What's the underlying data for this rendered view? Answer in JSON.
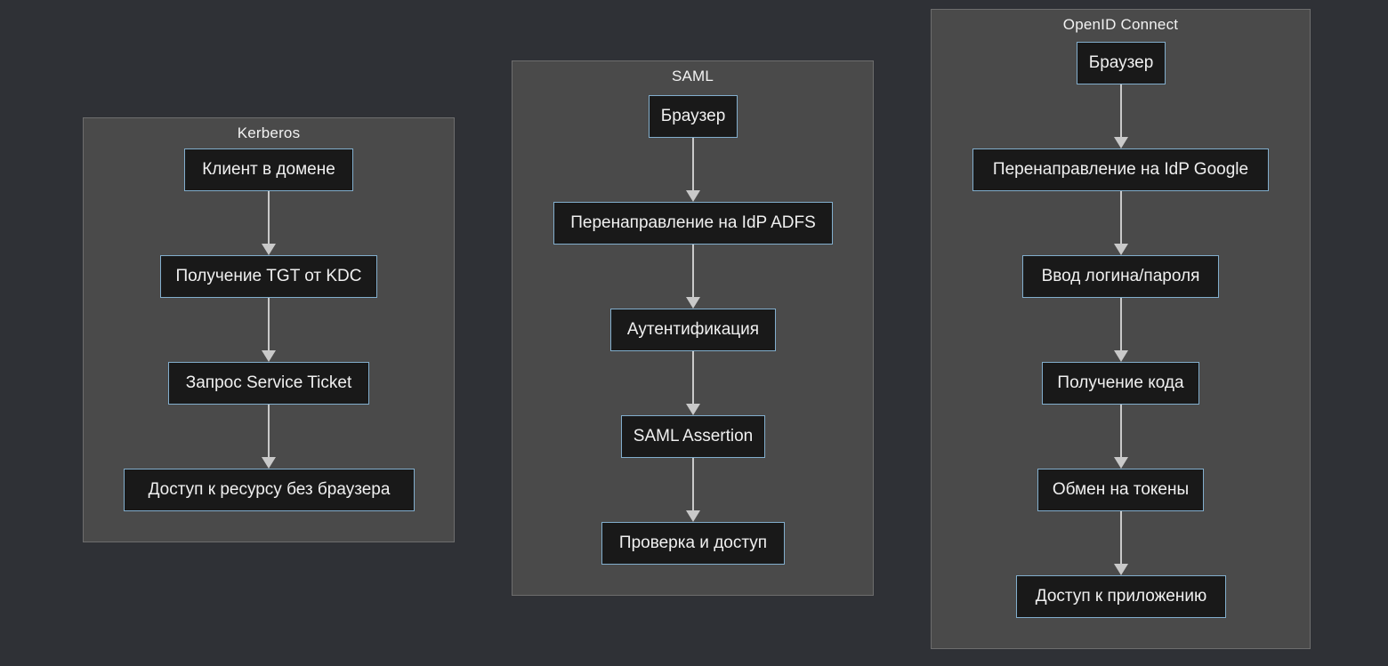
{
  "diagram": {
    "title_visible": false,
    "colors": {
      "page_background": "#2f3136",
      "panel_fill": "#4a4a4a",
      "panel_border": "#6d6d6d",
      "node_fill": "#191919",
      "node_border": "#82aecd",
      "node_text": "#f0f0f0",
      "arrow": "#c9c9c9",
      "panel_title_text": "#f2f2f2"
    },
    "groups": [
      {
        "id": "kerberos",
        "title": "Kerberos",
        "nodes": [
          {
            "id": "k1",
            "label": "Клиент в домене"
          },
          {
            "id": "k2",
            "label": "Получение TGT от KDC"
          },
          {
            "id": "k3",
            "label": "Запрос Service Ticket"
          },
          {
            "id": "k4",
            "label": "Доступ к ресурсу без браузера"
          }
        ],
        "edges": [
          {
            "from": "k1",
            "to": "k2"
          },
          {
            "from": "k2",
            "to": "k3"
          },
          {
            "from": "k3",
            "to": "k4"
          }
        ]
      },
      {
        "id": "saml",
        "title": "SAML",
        "nodes": [
          {
            "id": "s1",
            "label": "Браузер"
          },
          {
            "id": "s2",
            "label": "Перенаправление на IdP ADFS"
          },
          {
            "id": "s3",
            "label": "Аутентификация"
          },
          {
            "id": "s4",
            "label": "SAML Assertion"
          },
          {
            "id": "s5",
            "label": "Проверка и доступ"
          }
        ],
        "edges": [
          {
            "from": "s1",
            "to": "s2"
          },
          {
            "from": "s2",
            "to": "s3"
          },
          {
            "from": "s3",
            "to": "s4"
          },
          {
            "from": "s4",
            "to": "s5"
          }
        ]
      },
      {
        "id": "oidc",
        "title": "OpenID Connect",
        "nodes": [
          {
            "id": "o1",
            "label": "Браузер"
          },
          {
            "id": "o2",
            "label": "Перенаправление на IdP Google"
          },
          {
            "id": "o3",
            "label": "Ввод логина/пароля"
          },
          {
            "id": "o4",
            "label": "Получение кода"
          },
          {
            "id": "o5",
            "label": "Обмен на токены"
          },
          {
            "id": "o6",
            "label": "Доступ к приложению"
          }
        ],
        "edges": [
          {
            "from": "o1",
            "to": "o2"
          },
          {
            "from": "o2",
            "to": "o3"
          },
          {
            "from": "o3",
            "to": "o4"
          },
          {
            "from": "o4",
            "to": "o5"
          },
          {
            "from": "o5",
            "to": "o6"
          }
        ]
      }
    ]
  }
}
